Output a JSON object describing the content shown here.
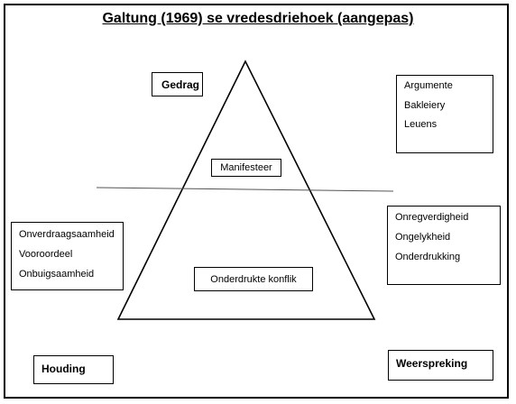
{
  "title": "Galtung (1969) se vredesdriehoek (aangepas)",
  "corners": {
    "top": "Gedrag",
    "bottom_left": "Houding",
    "bottom_right": "Weerspreking"
  },
  "triangle_labels": {
    "upper": "Manifesteer",
    "lower": "Onderdrukte konflik"
  },
  "lists": {
    "gedrag": [
      "Argumente",
      "Bakleiery",
      "Leuens"
    ],
    "houding": [
      "Onverdraagsaamheid",
      "Vooroordeel",
      "Onbuigsaamheid"
    ],
    "weerspreking": [
      "Onregverdigheid",
      "Ongelykheid",
      "Onderdrukking"
    ]
  },
  "colors": {
    "stroke": "#000000",
    "divider": "#555555",
    "background": "#ffffff"
  }
}
